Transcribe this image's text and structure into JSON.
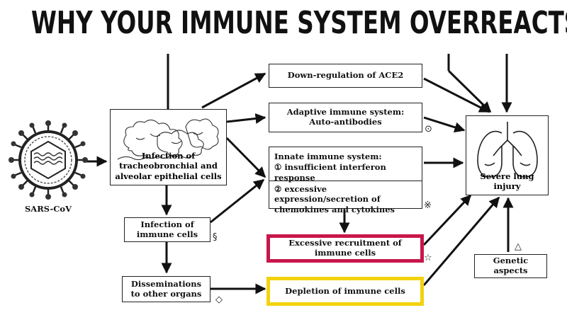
{
  "title": "WHY YOUR IMMUNE SYSTEM OVERREACTS",
  "nodes": {
    "virus_label": "SARS-CoV",
    "infection_epithelial": "Infection of tracheobronchial and alveolar epithelial cells",
    "downregulation": "Down-regulation of ACE2",
    "adaptive": "Adaptive immune system: Auto-antibodies",
    "innate_title": "Innate immune system:",
    "innate_item1": "① insufficient interferon response",
    "innate_item2": "② excessive expression/secretion of chemokines and cytokines",
    "infection_immune": "Infection of immune cells",
    "excessive_recruitment": "Excessive recruitment of immune cells",
    "disseminations": "Disseminations to other organs",
    "depletion": "Depletion of immune cells",
    "severe_lung": "Severe lung injury",
    "genetic": "Genetic aspects"
  },
  "symbols": {
    "adaptive_mark": "⊙",
    "innate_mark": "※",
    "immune_mark": "§",
    "recruitment_mark": "☆",
    "dissemination_mark": "◇",
    "genetic_mark": "△"
  },
  "highlight_colors": {
    "excessive_recruitment": "#c8174a",
    "depletion": "#f3d20f"
  }
}
